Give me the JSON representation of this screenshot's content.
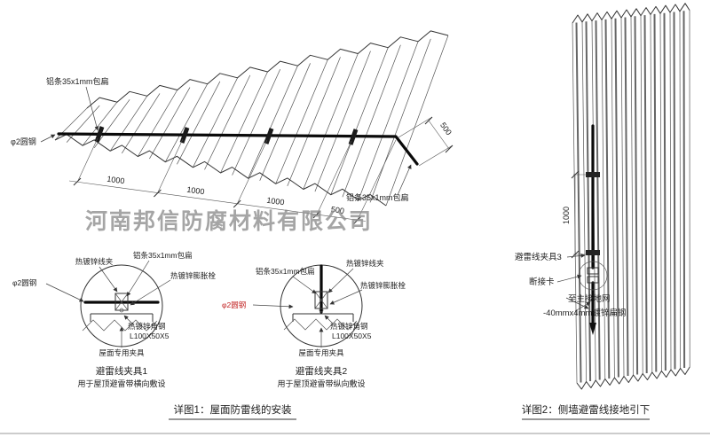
{
  "watermark": "河南邦信防腐材料有限公司",
  "roof": {
    "label_al_strip": "铝条35x1mm包扁",
    "label_round_steel": "φ2圆钢",
    "dim_1000": "1000",
    "dim_500": "500"
  },
  "details": {
    "labels": {
      "hot_dip_clamp": "热镀锌线夹",
      "al_strip": "铝条35x1mm包扁",
      "expansion_bolt": "热镀锌膨胀栓",
      "angle_steel": "热镀锌角钢",
      "angle_spec": "L100X50X5",
      "roof_clamp": "屋面专用夹具",
      "round_steel": "φ2圆钢"
    },
    "detail1": {
      "title": "避雷线夹具1",
      "subtitle": "用于屋顶避雷带横向敷设"
    },
    "detail2": {
      "title": "避雷线夹具2",
      "subtitle": "用于屋顶避雷带纵向敷设"
    }
  },
  "wall": {
    "label_clamp3": "避雷线夹具3",
    "label_disconnect": "断接卡",
    "label_to_ground": "至主接地网",
    "label_flat_steel": "-40mmx4mm镀锌扁钢",
    "dim_1000": "1000"
  },
  "captions": {
    "fig1": "详图1：屋面防雷线的安装",
    "fig2": "详图2：侧墙避雷线接地引下"
  },
  "colors": {
    "ink": "#333333",
    "red": "#c22222",
    "watermark": "#8f8f8f"
  }
}
